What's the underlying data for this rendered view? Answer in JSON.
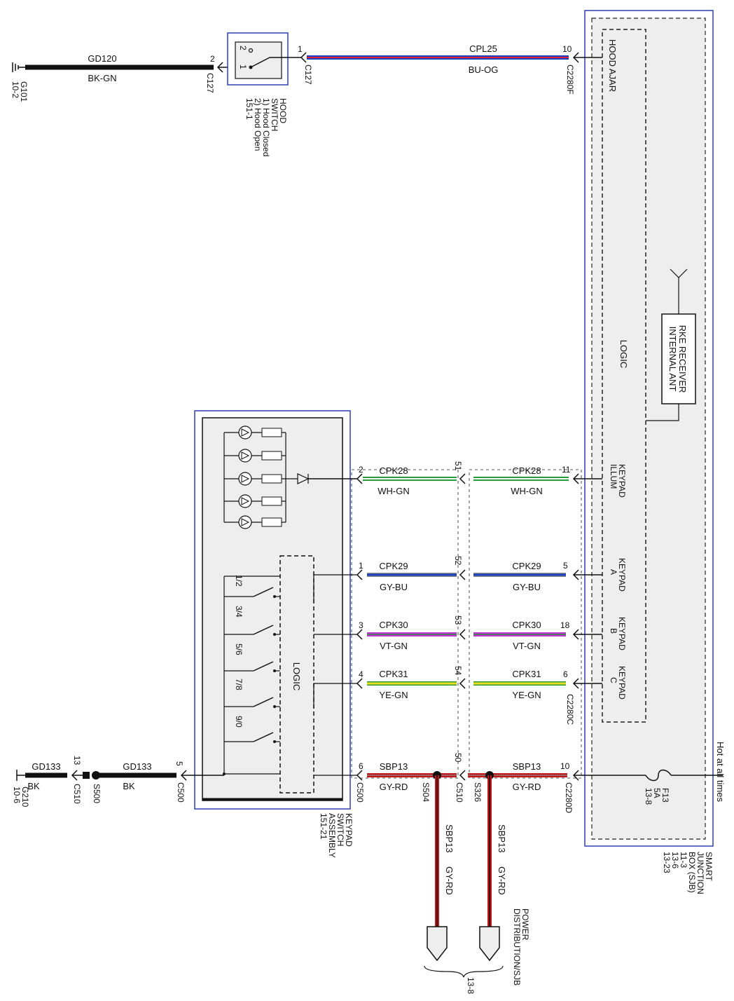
{
  "hood_ajar": {
    "ground": {
      "id": "G101",
      "ref": "10-2"
    },
    "ground_wire": {
      "circuit": "GD120",
      "color": "BK-GN"
    },
    "switch": {
      "pin2": "2",
      "conn_left": "C127",
      "pin1": "1",
      "conn_right": "C127",
      "internal_pin2": "2",
      "internal_pin1": "1",
      "label_lines": [
        "HOOD",
        "SWITCH",
        "1) Hood Closed",
        "2) Hood Open",
        "151-1"
      ]
    },
    "signal_wire": {
      "circuit": "CPL25",
      "color": "BU-OG",
      "colors_hex": [
        "#1a3fbf",
        "#e0203a"
      ]
    },
    "sjb_pin": "10",
    "sjb_conn": "C2280F",
    "sjb_signal": "HOOD AJAR"
  },
  "sjb": {
    "label_lines": [
      "SMART",
      "JUNCTION",
      "BOX (SJB)",
      "11-3",
      "13-6",
      "13-23"
    ],
    "logic": "LOGIC",
    "rke_lines": [
      "RKE RECEIVER",
      "INTERNAL ANT"
    ],
    "hot_label": "Hot at all times",
    "fuse": {
      "id": "F13",
      "rating": "5A",
      "ref": "13-8"
    }
  },
  "keypad": {
    "label_lines": [
      "KEYPAD",
      "SWITCH",
      "ASSEMBLY",
      "151-21"
    ],
    "logic": "LOGIC",
    "buttons": [
      "1/2",
      "3/4",
      "5/6",
      "7/8",
      "9/0"
    ],
    "circuits": [
      {
        "kp_pin": "2",
        "c510_pin": "51",
        "sjb_pin": "11",
        "circuit": "CPK28",
        "color": "WH-GN",
        "sjb_label_lines": [
          "KEYPAD",
          "ILLUM"
        ],
        "hex": [
          "#ffffff",
          "#2a9a3a"
        ]
      },
      {
        "kp_pin": "1",
        "c510_pin": "52",
        "sjb_pin": "5",
        "circuit": "CPK29",
        "color": "GY-BU",
        "sjb_label_lines": [
          "KEYPAD",
          "A"
        ],
        "hex": [
          "#8a8a8a",
          "#1a3fbf"
        ]
      },
      {
        "kp_pin": "3",
        "c510_pin": "53",
        "sjb_pin": "18",
        "circuit": "CPK30",
        "color": "VT-GN",
        "sjb_label_lines": [
          "KEYPAD",
          "B"
        ],
        "hex": [
          "#c030d0",
          "#2a9a3a"
        ]
      },
      {
        "kp_pin": "4",
        "c510_pin": "54",
        "sjb_pin": "6",
        "circuit": "CPK31",
        "color": "YE-GN",
        "sjb_label_lines": [
          "KEYPAD",
          "C"
        ],
        "hex": [
          "#e8e020",
          "#2a9a3a"
        ]
      }
    ],
    "sjb_conn": "C2280C"
  },
  "power": {
    "circuit": "SBP13",
    "color": "GY-RD",
    "hex": [
      "#8a8a8a",
      "#c01818"
    ],
    "kp_pin": "6",
    "kp_conn": "C500",
    "c510_pin": "50",
    "c510_conn": "C510",
    "sjb_pin": "10",
    "sjb_conn": "C2280D",
    "splice1": "S504",
    "splice2": "S326",
    "dist_lines": [
      "POWER",
      "DISTRIBUTION/SJB"
    ],
    "dist_ref": "13-8"
  },
  "keypad_ground": {
    "ground": {
      "id": "G210",
      "ref": "10-6"
    },
    "wire1": {
      "circuit": "GD133",
      "color": "BK"
    },
    "c510_pin": "13",
    "c510_conn": "C510",
    "splice": "S500",
    "wire2": {
      "circuit": "GD133",
      "color": "BK"
    },
    "kp_pin": "5",
    "kp_conn": "C500"
  }
}
